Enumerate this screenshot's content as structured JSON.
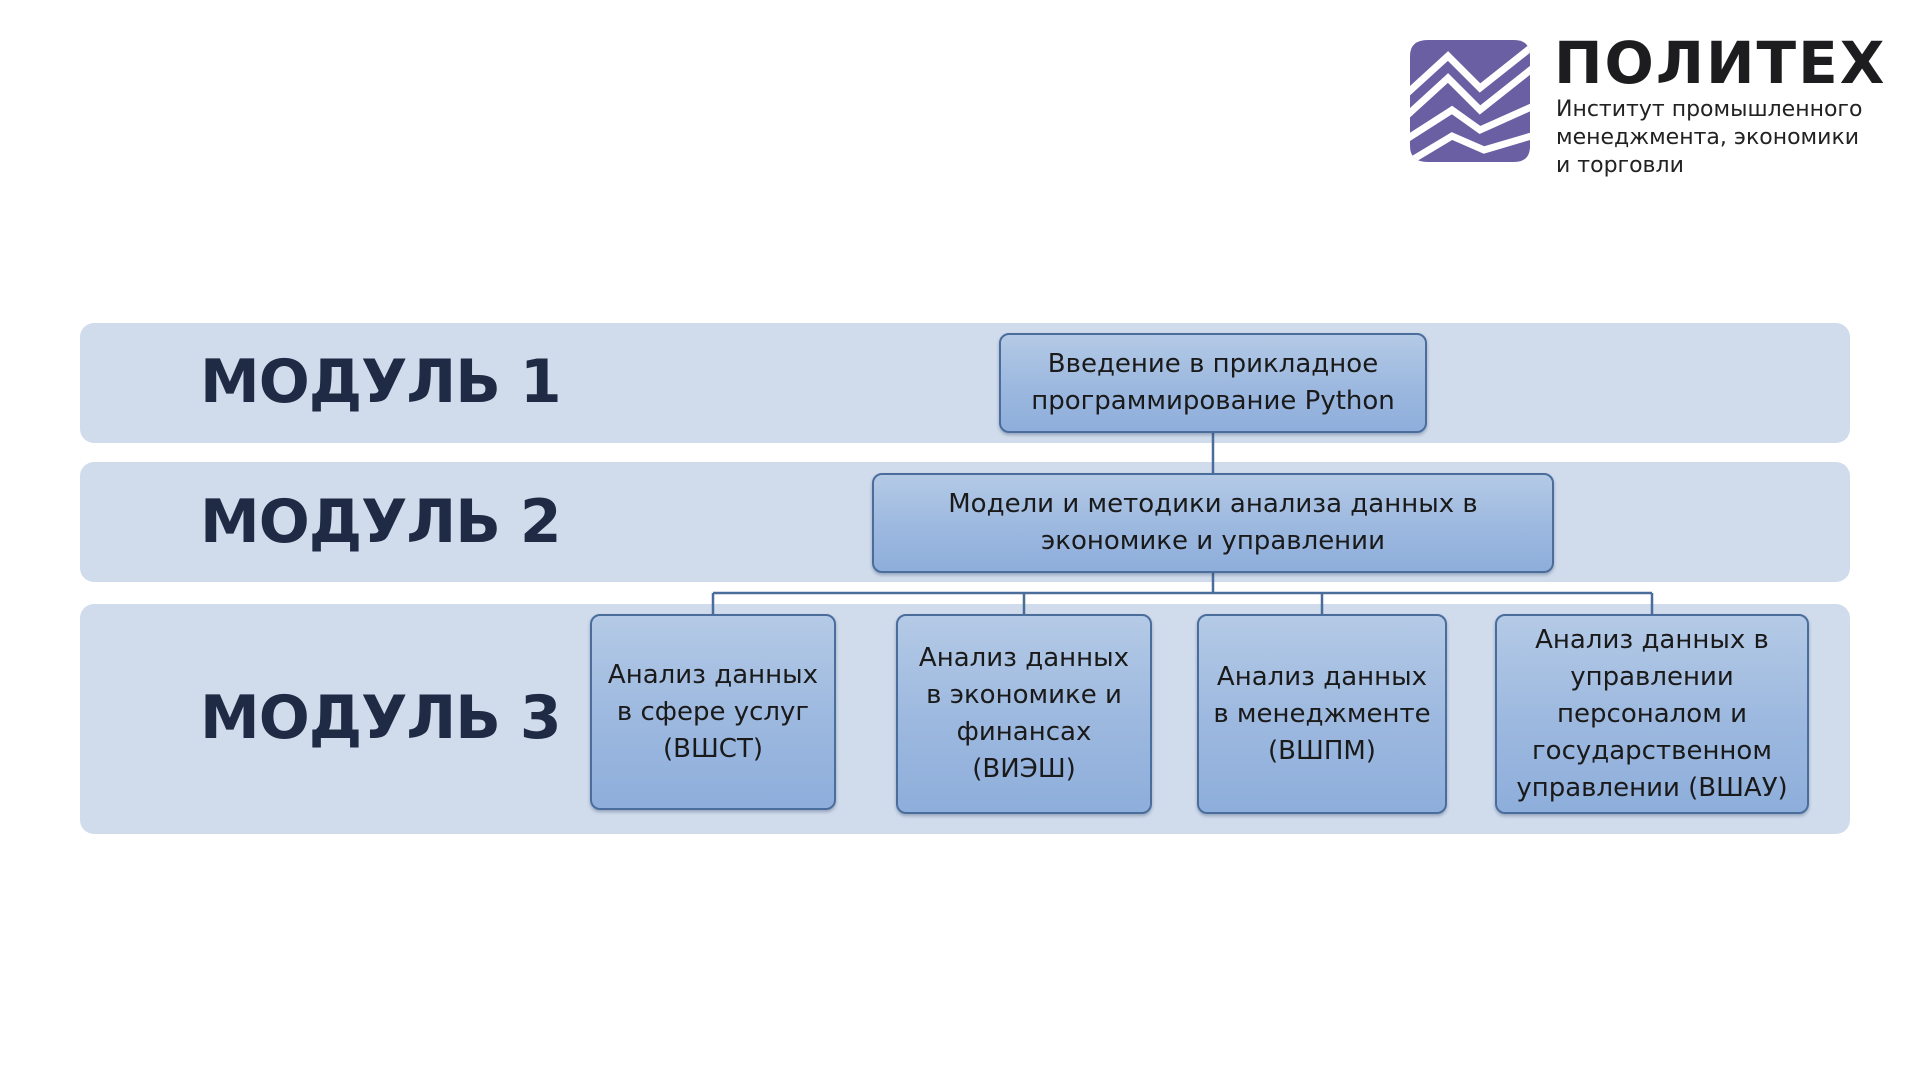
{
  "logo": {
    "title": "ПОЛИТЕХ",
    "subtitle_lines": [
      "Институт промышленного",
      "менеджмента, экономики",
      "и торговли"
    ],
    "brand_color": "#6a5fa3",
    "icon": "chart-zigzag-logo-icon"
  },
  "modules": [
    {
      "label": "МОДУЛЬ 1"
    },
    {
      "label": "МОДУЛЬ 2"
    },
    {
      "label": "МОДУЛЬ 3"
    }
  ],
  "nodes": {
    "module1": {
      "lines": [
        "Введение в прикладное",
        "программирование Python"
      ]
    },
    "module2": {
      "lines": [
        "Модели и методики анализа данных в",
        "экономике и управлении"
      ]
    },
    "module3": [
      {
        "lines": [
          "Анализ данных",
          "в сфере услуг",
          "(ВШСТ)"
        ]
      },
      {
        "lines": [
          "Анализ данных",
          "в экономике и",
          "финансах",
          "(ВИЭШ)"
        ]
      },
      {
        "lines": [
          "Анализ данных",
          "в менеджменте",
          "(ВШПМ)"
        ]
      },
      {
        "lines": [
          "Анализ данных в",
          "управлении",
          "персоналом и",
          "государственном",
          "управлении (ВШАУ)"
        ]
      }
    ]
  },
  "colors": {
    "band": "#d0dcec",
    "node_fill": "#9cb8df",
    "node_border": "#4a6d9c",
    "label": "#1f2a44",
    "connector": "#4a6d9c"
  }
}
